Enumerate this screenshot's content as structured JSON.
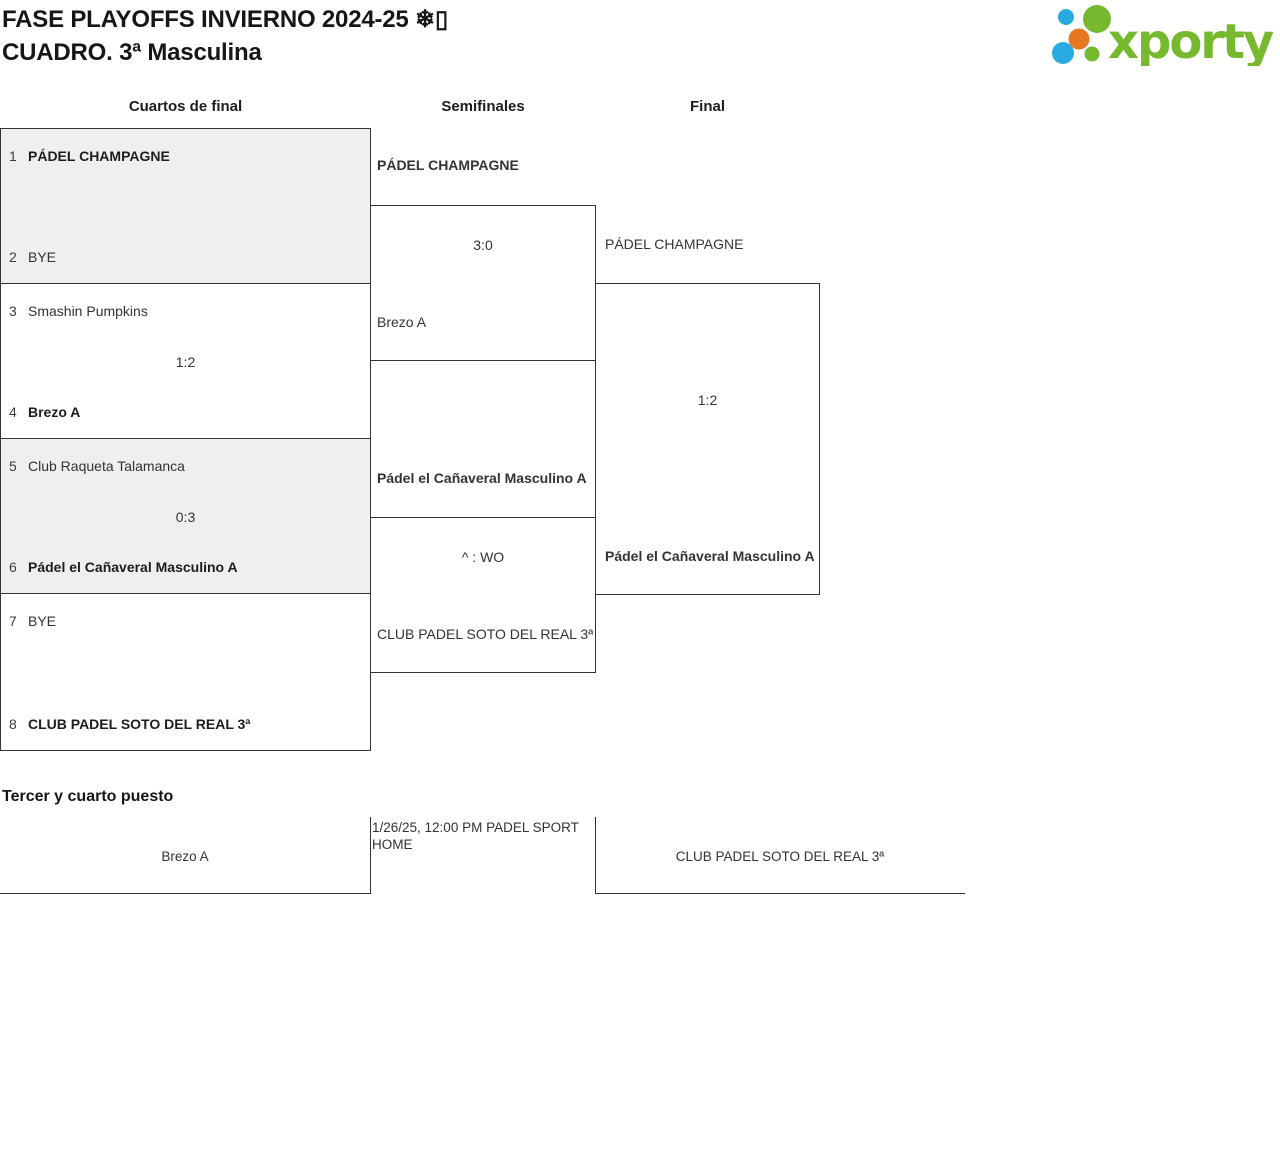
{
  "title": {
    "line1": "FASE PLAYOFFS INVIERNO 2024-25 ❄▯",
    "line2": "CUADRO. 3ª Masculina"
  },
  "logo": {
    "wordmark": "xporty",
    "green": "#76b82e",
    "blue": "#29abe2",
    "orange": "#e87722"
  },
  "round_headers": {
    "quarterfinals": "Cuartos de final",
    "semifinals": "Semifinales",
    "final": "Final"
  },
  "quarterfinals": [
    {
      "seed_top": "1",
      "team_top": "PÁDEL CHAMPAGNE",
      "score": "",
      "seed_bottom": "2",
      "team_bottom": "BYE"
    },
    {
      "seed_top": "3",
      "team_top": "Smashin Pumpkins",
      "score": "1:2",
      "seed_bottom": "4",
      "team_bottom": "Brezo A"
    },
    {
      "seed_top": "5",
      "team_top": "Club Raqueta Talamanca",
      "score": "0:3",
      "seed_bottom": "6",
      "team_bottom": "Pádel el Cañaveral Masculino A"
    },
    {
      "seed_top": "7",
      "team_top": "BYE",
      "score": "",
      "seed_bottom": "8",
      "team_bottom": "CLUB PADEL SOTO DEL REAL 3ª"
    }
  ],
  "semifinals": [
    {
      "team_top": "PÁDEL CHAMPAGNE",
      "score": "3:0",
      "team_bottom": "Brezo A"
    },
    {
      "team_top": "Pádel el Cañaveral Masculino A",
      "score": "^ : WO",
      "team_bottom": "CLUB PADEL SOTO DEL REAL 3ª"
    }
  ],
  "final": {
    "team_top": "PÁDEL CHAMPAGNE",
    "score": "1:2",
    "team_bottom": "Pádel el Cañaveral Masculino A"
  },
  "third_place": {
    "heading": "Tercer y cuarto puesto",
    "team_left": "Brezo A",
    "team_right": "CLUB PADEL SOTO DEL REAL 3ª",
    "match_info": "1/26/25, 12:00 PM PADEL SPORT HOME"
  }
}
